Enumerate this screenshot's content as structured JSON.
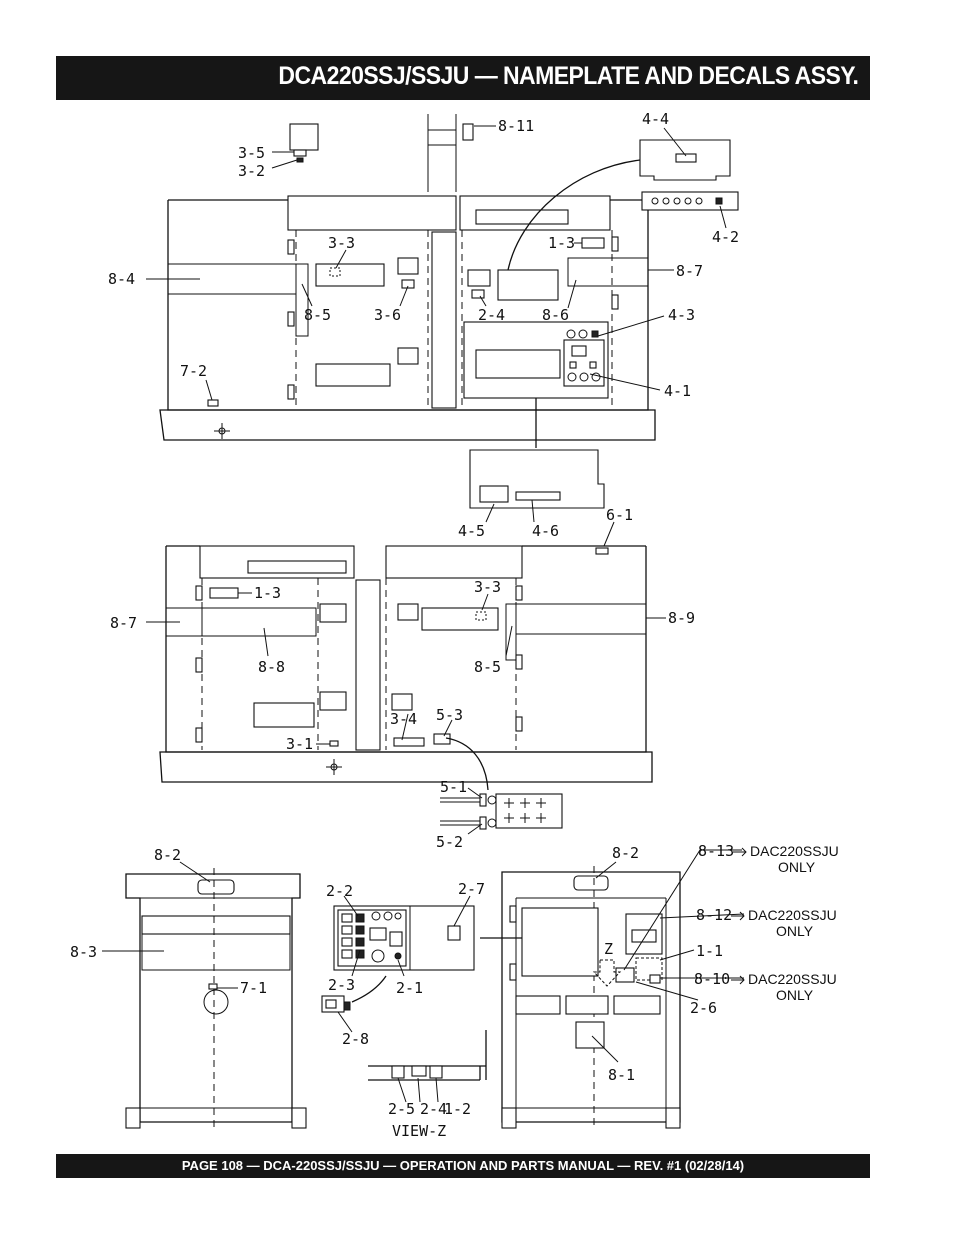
{
  "header": {
    "title": "DCA220SSJ/SSJU — NAMEPLATE  AND DECALS ASSY."
  },
  "footer": {
    "text": "PAGE 108 — DCA-220SSJ/SSJU —  OPERATION AND PARTS  MANUAL — REV. #1  (02/28/14)"
  },
  "callouts": {
    "c_3_5": "3-5",
    "c_3_2": "3-2",
    "c_8_11": "8-11",
    "c_4_4": "4-4",
    "c_4_2": "4-2",
    "c_3_3_top": "3-3",
    "c_1_3_top": "1-3",
    "c_8_4": "8-4",
    "c_8_7_top": "8-7",
    "c_8_5_top": "8-5",
    "c_3_6": "3-6",
    "c_2_4_top": "2-4",
    "c_8_6": "8-6",
    "c_4_3": "4-3",
    "c_7_2": "7-2",
    "c_4_1": "4-1",
    "c_4_5": "4-5",
    "c_4_6": "4-6",
    "c_6_1": "6-1",
    "c_1_3_mid": "1-3",
    "c_3_3_mid": "3-3",
    "c_8_7_mid": "8-7",
    "c_8_9": "8-9",
    "c_8_8": "8-8",
    "c_8_5_mid": "8-5",
    "c_3_4": "3-4",
    "c_5_3": "5-3",
    "c_3_1": "3-1",
    "c_5_1": "5-1",
    "c_5_2": "5-2",
    "c_8_2_left": "8-2",
    "c_8_2_right": "8-2",
    "c_8_13": "8-13",
    "c_2_2": "2-2",
    "c_2_7": "2-7",
    "c_8_3": "8-3",
    "c_8_12": "8-12",
    "c_1_1": "1-1",
    "c_z": "Z",
    "c_8_10": "8-10",
    "c_7_1": "7-1",
    "c_2_3": "2-3",
    "c_2_1": "2-1",
    "c_2_6": "2-6",
    "c_2_8": "2-8",
    "c_8_1": "8-1",
    "c_2_5": "2-5",
    "c_2_4_bot": "2-4",
    "c_1_2": "1-2",
    "c_view_z": "VIEW-Z"
  },
  "notes": {
    "n_8_13_model": "DAC220SSJU",
    "n_8_13_only": "ONLY",
    "n_8_12_model": "DAC220SSJU",
    "n_8_12_only": "ONLY",
    "n_8_10_model": "DAC220SSJU",
    "n_8_10_only": "ONLY"
  }
}
